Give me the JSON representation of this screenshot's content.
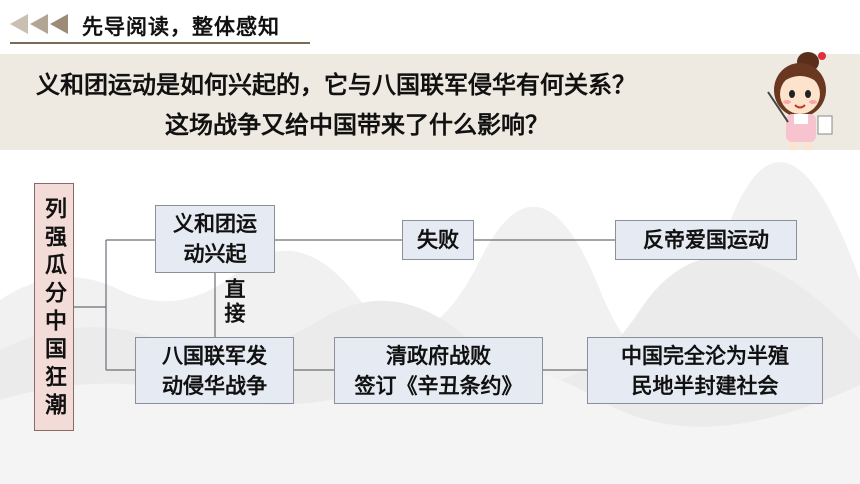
{
  "header": {
    "title": "先导阅读，整体感知"
  },
  "question": {
    "line1": "义和团运动是如何兴起的，它与八国联军侵华有何关系？",
    "line2": "这场战争又给中国带来了什么影响？"
  },
  "diagram": {
    "root": "列强瓜分中国狂潮",
    "boxes": {
      "yihetuan": "义和团运\n动兴起",
      "failure": "失败",
      "patriotic": "反帝爱国运动",
      "eight_nations": "八国联军发\n动侵华战争",
      "treaty": "清政府战败\n签订《辛丑条约》",
      "semi_colonial": "中国完全沦为半殖\n民地半封建社会"
    },
    "link_label": "直接"
  },
  "colors": {
    "box_fill": "#e6ebf3",
    "root_fill": "#f3dcd8",
    "question_band": "#efeae1",
    "arrow_color": "#a89888"
  }
}
